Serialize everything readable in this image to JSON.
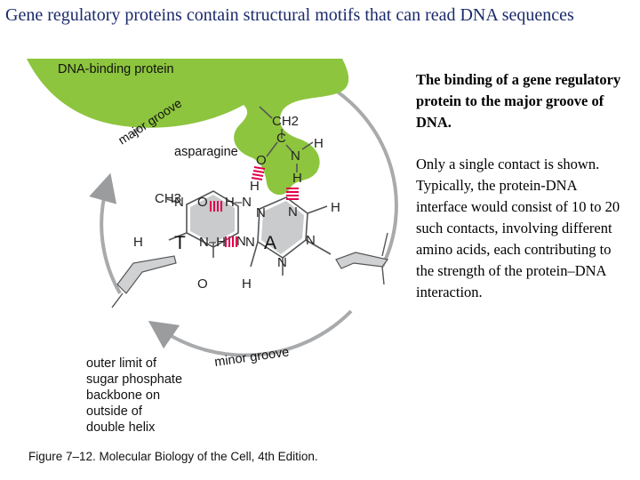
{
  "slide": {
    "title": "Gene regulatory proteins contain structural motifs that can read DNA sequences"
  },
  "diagram": {
    "protein_label": "DNA-binding protein",
    "major_groove_label": "major groove",
    "minor_groove_label": "minor groove",
    "asparagine_label": "asparagine",
    "outer_limit_label": [
      "outer limit of",
      "sugar phosphate",
      "backbone on",
      "outside of",
      "double helix"
    ],
    "caption": "Figure 7–12. Molecular Biology of the Cell, 4th Edition.",
    "atoms": {
      "ch2": "CH2",
      "c": "C",
      "o_asn": "O",
      "n_asn": "N",
      "h_asn_right": "H",
      "h_asn_bottom": "H",
      "h_top_t": "H",
      "ch3": "CH3",
      "o_top": "O",
      "hn": "H–N",
      "h_left": "H",
      "t_base": "T",
      "n_mid_t": "N–H",
      "n_right_t": "N",
      "n_right_top": "N",
      "o_bottom": "O",
      "n_left_a": "N",
      "a_base": "A",
      "n_a_right": "N",
      "h_a_right": "H",
      "n_a_top": "N",
      "h_a_bottom": "H",
      "n_a_bottom": "N",
      "n_t_left": "N"
    },
    "colors": {
      "protein_green": "#8dc53e",
      "base_gray": "#c9cbcc",
      "bond_red": "#e0004d"
    }
  },
  "side_text": {
    "heading": "The binding of a gene regulatory protein to the major groove of DNA.",
    "body": "Only a single contact is shown. Typically, the protein-DNA interface would consist of 10 to 20 such contacts, involving different amino acids, each contributing to the strength of the protein–DNA interaction."
  }
}
